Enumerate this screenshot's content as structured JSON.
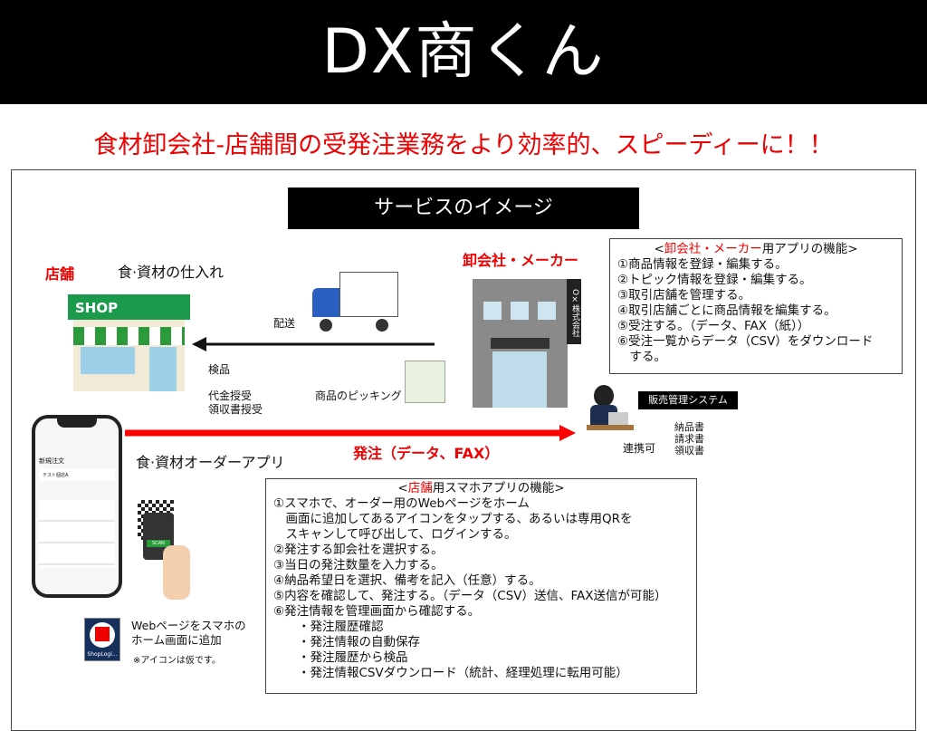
{
  "header": {
    "title": "DX商くん"
  },
  "subtitle": "食材卸会社‐店舗間の受発注業務をより効率的、スピーディーに！！",
  "service_title": "サービスのイメージ",
  "store": {
    "label": "店舗",
    "purchase": "食·資材の仕入れ",
    "shop_sign": "SHOP"
  },
  "flow": {
    "delivery": "配送",
    "inspection": "検品",
    "payment": "代金授受",
    "receipt": "領収書授受",
    "picking": "商品のピッキング",
    "order": "発注（データ、FAX）"
  },
  "wholesaler": {
    "label": "卸会社・メーカー",
    "building_sign": "O×株式会社"
  },
  "wholesaler_box": {
    "title_pre": "<",
    "title_red": "卸会社・メーカー",
    "title_post": "用アプリの機能>",
    "items": [
      "①商品情報を登録・編集する。",
      "②トピック情報を登録・編集する。",
      "③取引店舗を管理する。",
      "④取引店舗ごとに商品情報を編集する。",
      "⑤受注する。（データ、FAX（紙））",
      "⑥受注一覧からデータ（CSV）をダウンロード\n　する。"
    ]
  },
  "system": {
    "label": "販売管理システム",
    "link": "連携可",
    "docs": [
      "納品書",
      "請求書",
      "領収書"
    ]
  },
  "app": {
    "label": "食·資材オーダーアプリ",
    "phone_title": "新規注文",
    "phone_store": "テスト個店A",
    "scan": "SCAN",
    "icon_label": "ShopLogi...",
    "add_home": "Webページをスマホの\nホーム画面に追加",
    "note": "※アイコンは仮です。"
  },
  "store_box": {
    "title_pre": "<",
    "title_red": "店舗",
    "title_post": "用スマホアプリの機能>",
    "items": [
      "①スマホで、オーダー用のWebページをホーム\n　画面に追加してあるアイコンをタップする、あるいは専用QRを\n　スキャンして呼び出して、ログインする。",
      "②発注する卸会社を選択する。",
      "③当日の発注数量を入力する。",
      "④納品希望日を選択、備考を記入（任意）する。",
      "⑤内容を確認して、発注する。（データ（CSV）送信、FAX送信が可能）",
      "⑥発注情報を管理画面から確認する。",
      "　　・発注履歴確認",
      "　　・発注情報の自動保存",
      "　　・発注履歴から検品",
      "　　・発注情報CSVダウンロード（統計、経理処理に転用可能）"
    ]
  }
}
